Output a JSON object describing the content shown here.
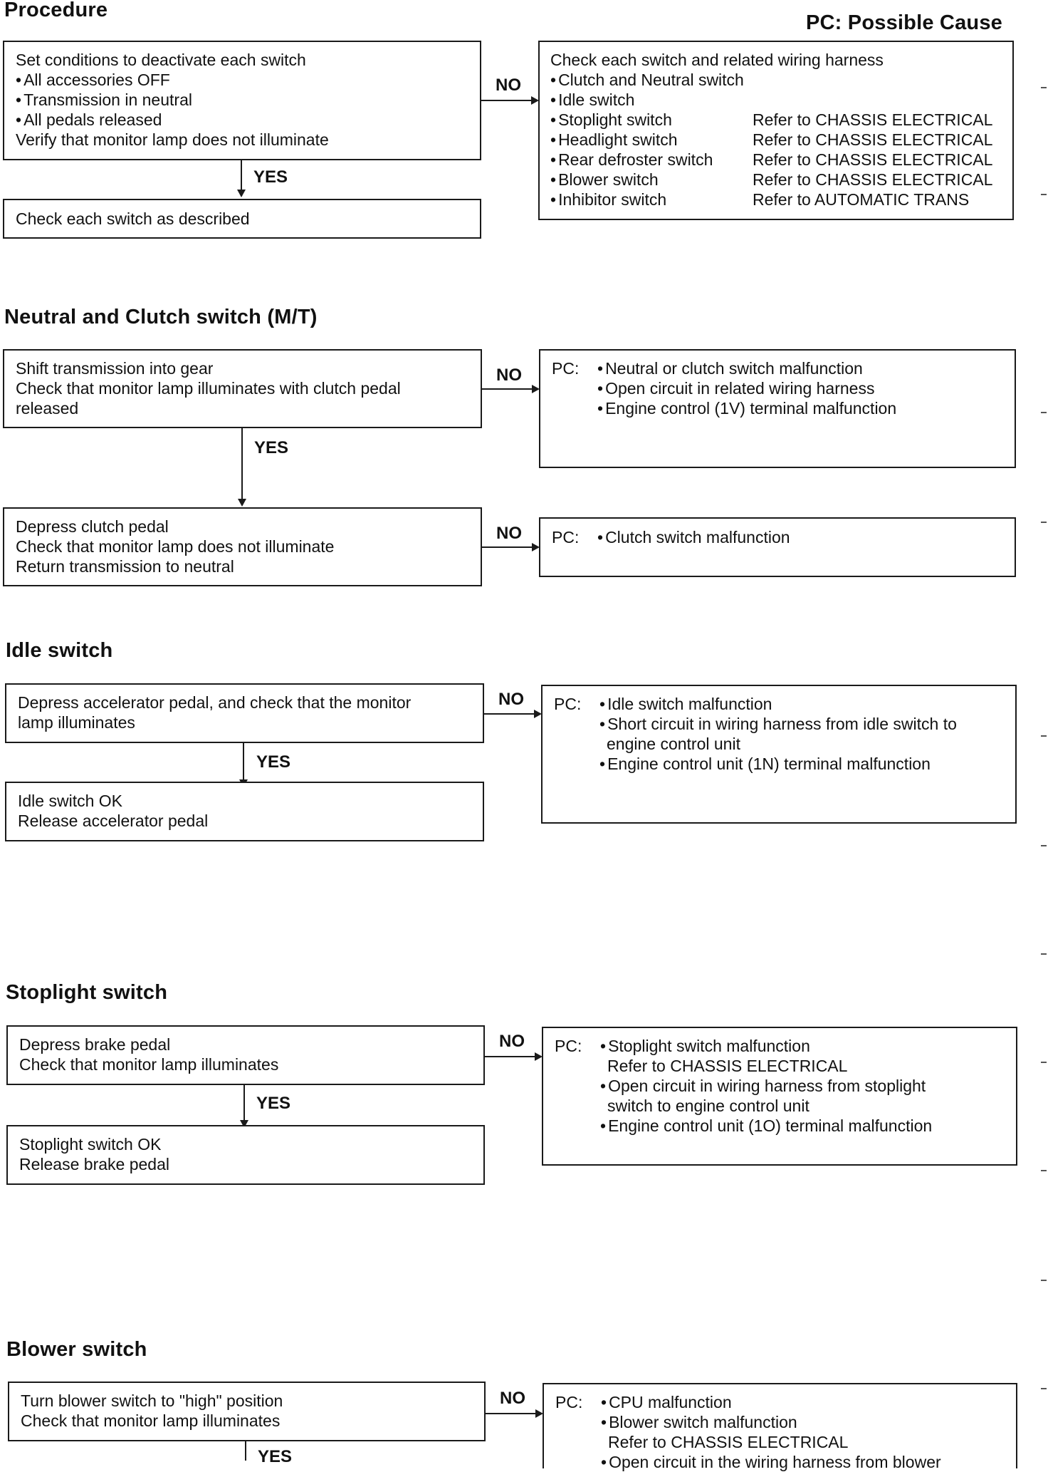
{
  "procedure": {
    "header": "Procedure",
    "pc_legend": "PC: Possible Cause",
    "start_box": [
      "Set conditions to deactivate each switch",
      "All accessories OFF",
      "Transmission in neutral",
      "All pedals released",
      "Verify that monitor lamp does not illuminate"
    ],
    "no_label": "NO",
    "yes_label": "YES",
    "check_box": "Check each switch as described",
    "harness_title": "Check each switch and related wiring harness",
    "switches": [
      {
        "name": "Clutch and Neutral switch",
        "ref": ""
      },
      {
        "name": "Idle switch",
        "ref": ""
      },
      {
        "name": "Stoplight switch",
        "ref": "Refer to CHASSIS ELECTRICAL"
      },
      {
        "name": "Headlight switch",
        "ref": "Refer to CHASSIS ELECTRICAL"
      },
      {
        "name": "Rear defroster switch",
        "ref": "Refer to CHASSIS ELECTRICAL"
      },
      {
        "name": "Blower switch",
        "ref": "Refer to CHASSIS ELECTRICAL"
      },
      {
        "name": "Inhibitor switch",
        "ref": "Refer to AUTOMATIC TRANS"
      }
    ]
  },
  "neutral_clutch": {
    "header": "Neutral and Clutch switch (M/T)",
    "step1": [
      "Shift transmission into gear",
      "Check that monitor lamp illuminates with clutch pedal",
      "released"
    ],
    "no1": "NO",
    "yes1": "YES",
    "pc_label": "PC:",
    "pc1": [
      "Neutral or clutch switch malfunction",
      "Open circuit in related wiring harness",
      "Engine control (1V) terminal malfunction"
    ],
    "step2": [
      "Depress clutch pedal",
      "Check that monitor lamp does not illuminate",
      "Return transmission to neutral"
    ],
    "no2": "NO",
    "pc2": [
      "Clutch switch malfunction"
    ]
  },
  "idle": {
    "header": "Idle switch",
    "step1": [
      "Depress accelerator pedal, and check that the monitor",
      "lamp illuminates"
    ],
    "no1": "NO",
    "yes1": "YES",
    "pc_label": "PC:",
    "pc_line1": "Idle switch malfunction",
    "pc_line2": "Short circuit in wiring harness from idle switch to",
    "pc_line2b": "engine control unit",
    "pc_line3": "Engine control unit (1N) terminal malfunction",
    "step2": [
      "Idle switch OK",
      "Release accelerator pedal"
    ]
  },
  "stoplight": {
    "header": "Stoplight switch",
    "step1": [
      "Depress brake pedal",
      "Check that monitor lamp illuminates"
    ],
    "no1": "NO",
    "yes1": "YES",
    "pc_label": "PC:",
    "pc_line1": "Stoplight switch malfunction",
    "pc_line1b": "Refer to CHASSIS ELECTRICAL",
    "pc_line2": "Open circuit in wiring harness from stoplight",
    "pc_line2b": "switch to engine control unit",
    "pc_line3": "Engine control unit (1O) terminal malfunction",
    "step2": [
      "Stoplight switch OK",
      "Release brake pedal"
    ]
  },
  "blower": {
    "header": "Blower switch",
    "step1": [
      "Turn blower switch to \"high\" position",
      "Check that monitor lamp illuminates"
    ],
    "no1": "NO",
    "yes1": "YES",
    "pc_label": "PC:",
    "pc_line1": "CPU malfunction",
    "pc_line2": "Blower switch malfunction",
    "pc_line2b": "Refer to CHASSIS ELECTRICAL",
    "pc_line3": "Open circuit in the wiring harness from blower"
  }
}
